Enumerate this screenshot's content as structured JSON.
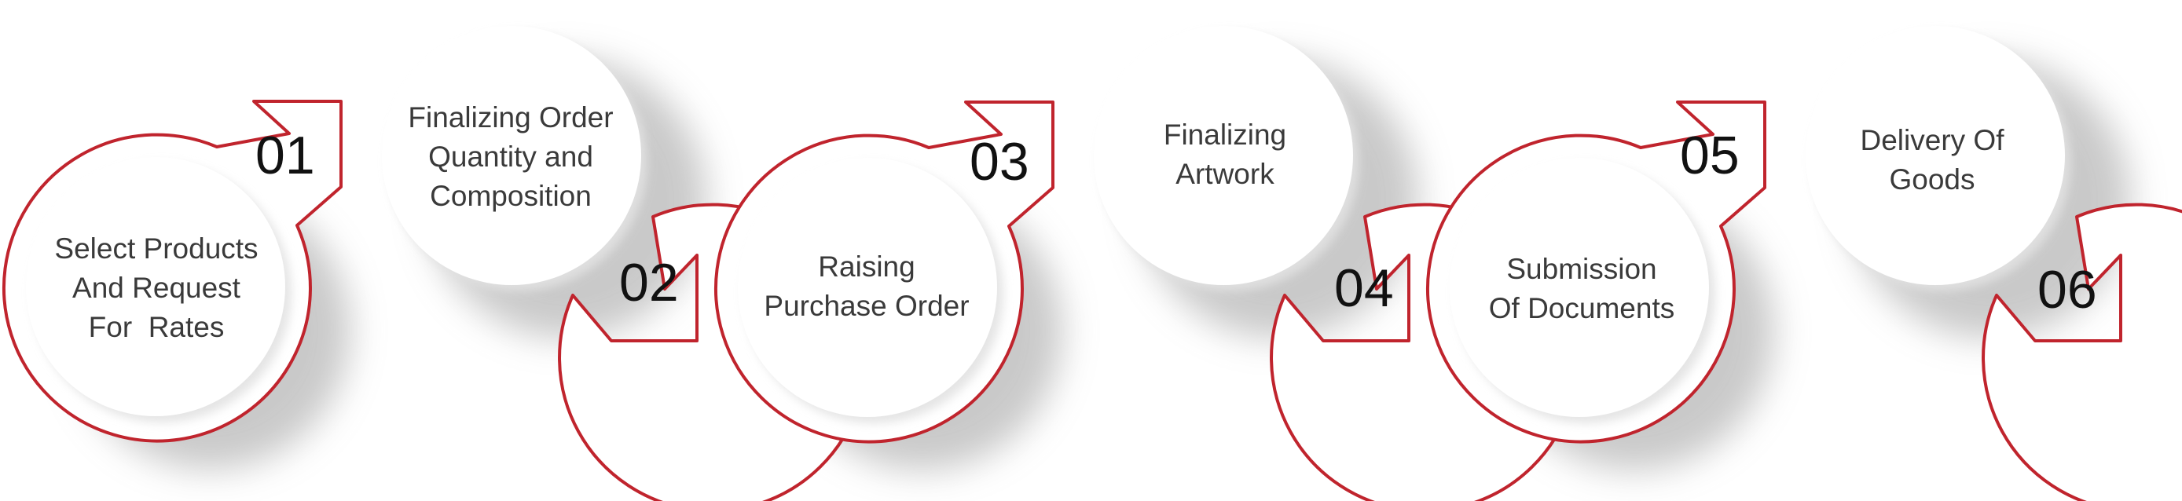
{
  "colors": {
    "ring": "#c0242d",
    "circle_fill": "#ffffff",
    "shadow": "#b8b8b8",
    "text": "#3a3a3a",
    "number": "#111111"
  },
  "steps": [
    {
      "number": "01",
      "lines": [
        "Select Products",
        "And Request",
        "For  Rates"
      ]
    },
    {
      "number": "02",
      "lines": [
        "Finalizing Order",
        "Quantity and",
        "Composition"
      ]
    },
    {
      "number": "03",
      "lines": [
        "Raising",
        "Purchase Order"
      ]
    },
    {
      "number": "04",
      "lines": [
        "Finalizing",
        "Artwork"
      ]
    },
    {
      "number": "05",
      "lines": [
        "Submission",
        "Of Documents"
      ]
    },
    {
      "number": "06",
      "lines": [
        "Delivery Of",
        "Goods"
      ]
    }
  ]
}
